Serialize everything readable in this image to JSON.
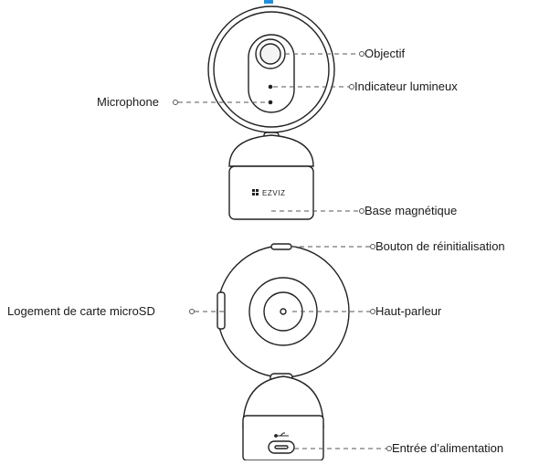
{
  "brand": {
    "logo_text": "EZVIZ"
  },
  "colors": {
    "accent": "#1f8fe0",
    "outline": "#222222",
    "leader": "#555555"
  },
  "front_view": {
    "callouts": {
      "lens": "Objectif",
      "indicator": "Indicateur lumineux",
      "microphone": "Microphone",
      "magnetic_base": "Base magnétique"
    }
  },
  "rear_view": {
    "callouts": {
      "reset_button": "Bouton de réinitialisation",
      "microsd_slot": "Logement de carte microSD",
      "speaker": "Haut-parleur",
      "power_input": "Entrée d’alimentation"
    }
  }
}
